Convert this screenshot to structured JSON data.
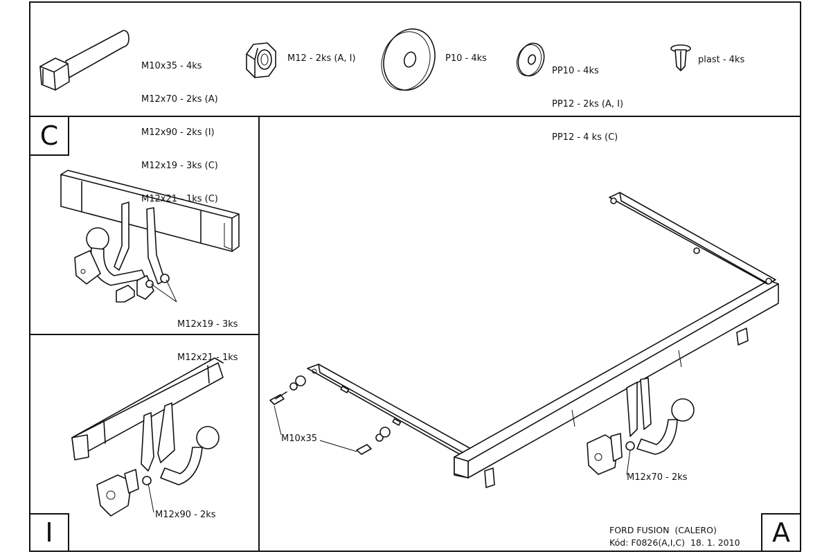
{
  "parts": {
    "bolt": [
      "M10x35 - 4ks",
      "M12x70 - 2ks (A)",
      "M12x90 - 2ks (I)",
      "M12x19 - 3ks (C)",
      "M12x21 - 1ks (C)"
    ],
    "nut": "M12 - 2ks (A, I)",
    "washer_large": "P10 - 4ks",
    "washer_small": [
      "PP10 - 4ks",
      "PP12 - 2ks (A, I)",
      "PP12 - 4 ks (C)"
    ],
    "plastic_clip": "plast - 4ks"
  },
  "panels": {
    "c": {
      "letter": "C",
      "callout_1": "M12x19 - 3ks",
      "callout_2": "M12x21 - 1ks"
    },
    "i": {
      "letter": "I",
      "callout": "M12x90 - 2ks"
    },
    "a": {
      "letter": "A",
      "callout_bolt": "M10x35",
      "callout_ball": "M12x70 - 2ks"
    }
  },
  "footer": {
    "model": "FORD FUSION  (CALERO)",
    "code": "Kód: F0826(A,I,C)  18. 1. 2010"
  }
}
